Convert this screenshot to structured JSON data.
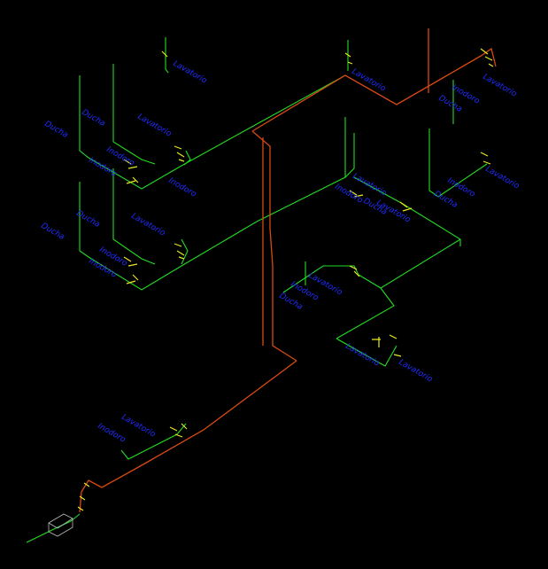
{
  "colors": {
    "background": "#000000",
    "supply_pipe": "#22dd22",
    "drain_pipe": "#d94a12",
    "fitting": "#e8e820",
    "label": "#1f2cff",
    "meter_box": "#bbbbbb"
  },
  "labels": {
    "lavatorio": "Lavatorio",
    "ducha": "Ducha",
    "inodoro": "Inodoro"
  }
}
